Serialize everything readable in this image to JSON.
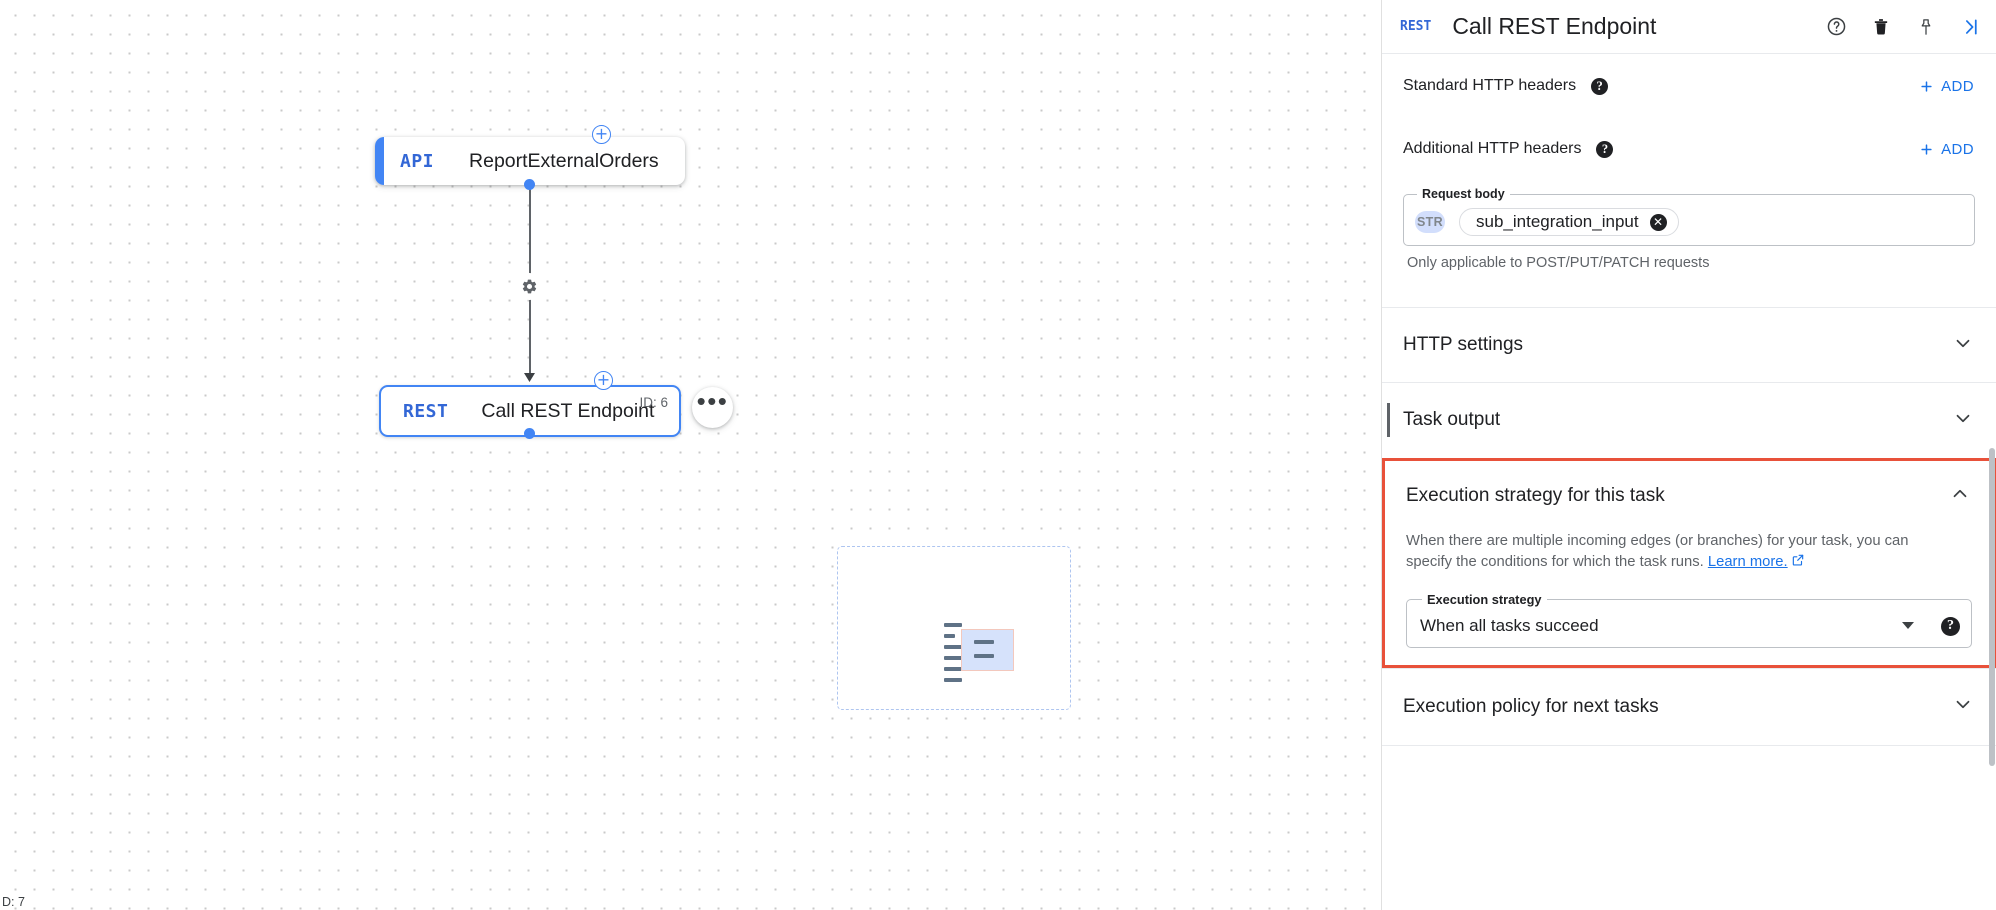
{
  "canvas": {
    "status_text": "D: 7",
    "nodes": [
      {
        "badge": "API",
        "title": "ReportExternalOrders",
        "id_label": ""
      },
      {
        "badge": "REST",
        "title": "Call REST Endpoint",
        "id_label": "ID: 6"
      }
    ],
    "add_handle_label": "+",
    "more_label": "•••",
    "gear_icon": "gear-icon",
    "minimap_label": "minimap"
  },
  "panel": {
    "header": {
      "badge": "REST",
      "title": "Call REST Endpoint",
      "icons": [
        {
          "name": "help-icon",
          "glyph": "?"
        },
        {
          "name": "delete-icon",
          "glyph": "delete"
        },
        {
          "name": "pin-icon",
          "glyph": "pin"
        },
        {
          "name": "collapse-panel-icon",
          "glyph": ">|"
        }
      ]
    },
    "standard_headers": {
      "label": "Standard HTTP headers",
      "help": "?",
      "add_label": "ADD",
      "add_plus": "+"
    },
    "additional_headers": {
      "label": "Additional HTTP headers",
      "help": "?",
      "add_label": "ADD",
      "add_plus": "+"
    },
    "request_body": {
      "legend": "Request body",
      "type_chip": "STR",
      "value": "sub_integration_input",
      "clear_glyph": "✕",
      "hint": "Only applicable to POST/PUT/PATCH requests"
    },
    "http_settings": {
      "title": "HTTP settings",
      "chevron": "chevron-down"
    },
    "task_output": {
      "title": "Task output",
      "chevron": "chevron-down"
    },
    "execution_strategy": {
      "title": "Execution strategy for this task",
      "chevron": "chevron-up",
      "description_part1": "When there are multiple incoming edges (or branches) for your task, you can specify the conditions for which the task runs.",
      "link_text": "Learn more.",
      "select_legend": "Execution strategy",
      "select_value": "When all tasks succeed",
      "select_help": "?",
      "highlight_color": "#e8513a"
    },
    "execution_policy": {
      "title": "Execution policy for next tasks",
      "chevron": "chevron-down"
    }
  },
  "colors": {
    "accent_blue": "#4285f4",
    "link_blue": "#1a73e8",
    "badge_blue": "#3367d6",
    "text_primary": "#202124",
    "text_secondary": "#5f6368",
    "highlight_red": "#e8513a",
    "chip_bg": "#d2defc"
  }
}
